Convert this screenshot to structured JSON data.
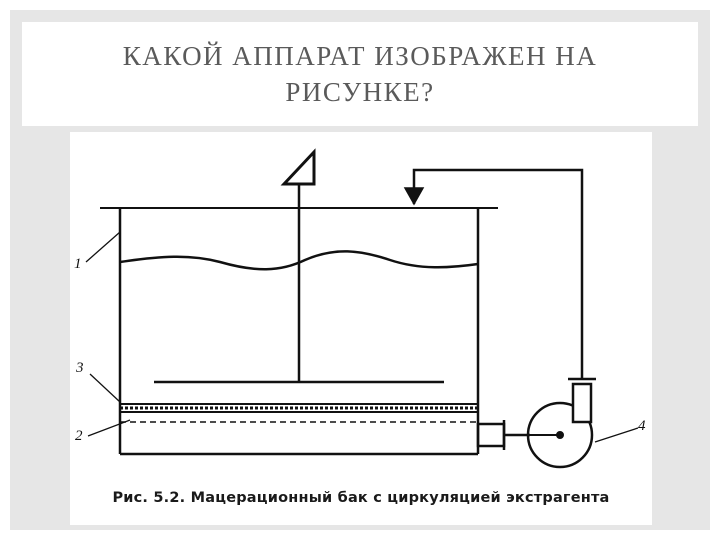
{
  "slide": {
    "title": "КАКОЙ АППАРАТ ИЗОБРАЖЕН НА РИСУНКЕ?"
  },
  "figure": {
    "caption": "Рис. 5.2. Мацерационный бак с циркуляцией экстрагента",
    "labels": {
      "tank": "1",
      "grid_lower": "2",
      "grid_upper": "3",
      "pump": "4"
    }
  }
}
